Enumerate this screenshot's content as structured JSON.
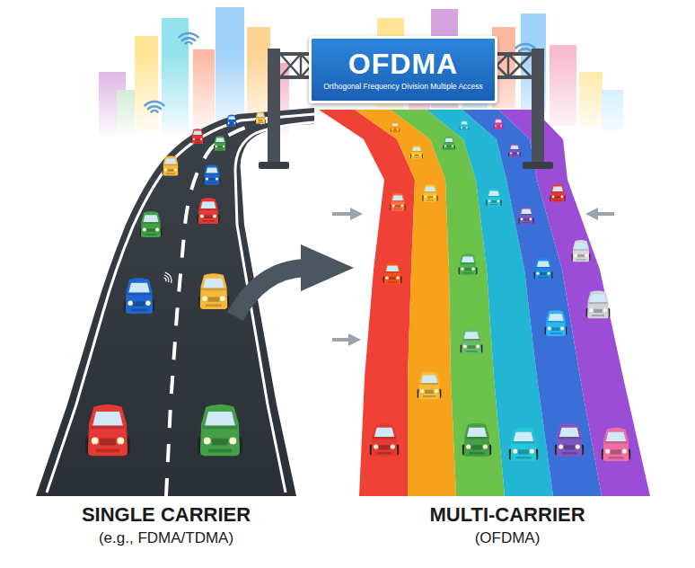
{
  "diagram": {
    "nodes": [
      {
        "text": [
          "OFDMA",
          "Orthogonal Frequency Division Multiple Access"
        ]
      }
    ],
    "labels": [
      "SINGLE CARRIER",
      "(e.g., FDMA/TDMA)",
      "MULTI-CARRIER",
      "(OFDMA)"
    ]
  }
}
